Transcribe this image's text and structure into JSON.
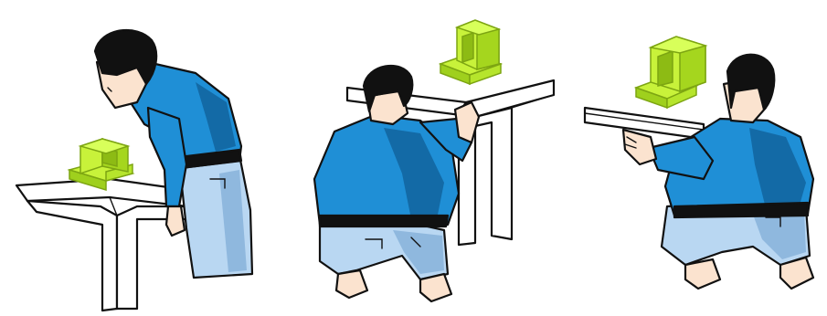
{
  "image": {
    "panels": [
      {
        "view": "front-view"
      },
      {
        "view": "side-view"
      },
      {
        "view": "end-view"
      }
    ],
    "colors": {
      "shirt": "#1f8fd6",
      "shirt_shadow": "#136aa6",
      "pants": "#b9d7f2",
      "pants_shadow": "#8fb8de",
      "object": "#c8f23a",
      "object_shadow": "#8dbb14",
      "skin": "#fbe3cf",
      "hair": "#111111",
      "table": "#ffffff"
    }
  }
}
